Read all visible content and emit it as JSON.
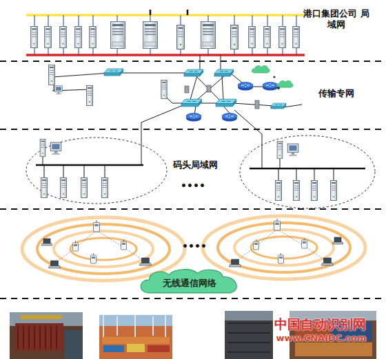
{
  "diagram": {
    "nodes": [
      {
        "text": [
          "无线通信网络"
        ]
      }
    ],
    "labels": [
      "港口集团公司 局域网",
      "传输专网",
      "码头局域网",
      "••••",
      "••••",
      "中国自动识别网",
      "www.CNAIDC.com"
    ]
  }
}
